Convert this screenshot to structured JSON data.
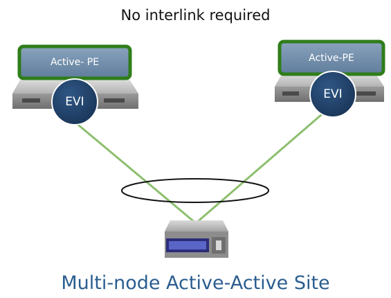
{
  "heading": "No interlink required",
  "caption": "Multi-node Active-Active Site",
  "nodes": [
    {
      "pe_label": "Active- PE",
      "evi_label": "EVI"
    },
    {
      "pe_label": "Active-PE",
      "evi_label": "EVI"
    }
  ],
  "colors": {
    "link_green": "#8cbf6e",
    "pe_border_green": "#2f7d1b",
    "evi_fill": "#1f3e63",
    "caption_blue": "#2a5d8f"
  }
}
